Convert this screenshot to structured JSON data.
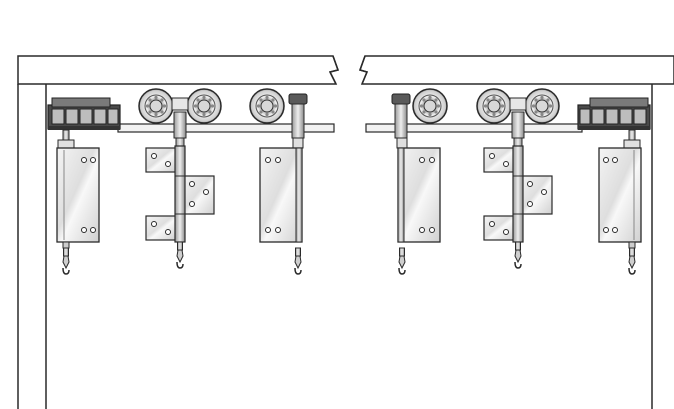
{
  "diagram": {
    "kind": "sliding-folding door hardware line drawing",
    "text_labels": [],
    "colors": {
      "line": "#2a2a2a",
      "frame_fill": "#ffffff",
      "metal_light": "#dcdcdc",
      "metal_mid": "#b8b8b8",
      "metal_dark": "#5a5a5a",
      "carriage_dark": "#3c3c3c"
    },
    "left_group": {
      "end_stop": "end-stop-carriage",
      "hangers": [
        "pivot-hanger",
        "hinge-hanger",
        "pivot-hanger"
      ],
      "rollers": [
        "twin-roller",
        "single-roller"
      ]
    },
    "right_group": {
      "end_stop": "end-stop-carriage",
      "hangers": [
        "pivot-hanger",
        "hinge-hanger",
        "pivot-hanger"
      ],
      "rollers": [
        "single-roller",
        "twin-roller"
      ]
    }
  }
}
